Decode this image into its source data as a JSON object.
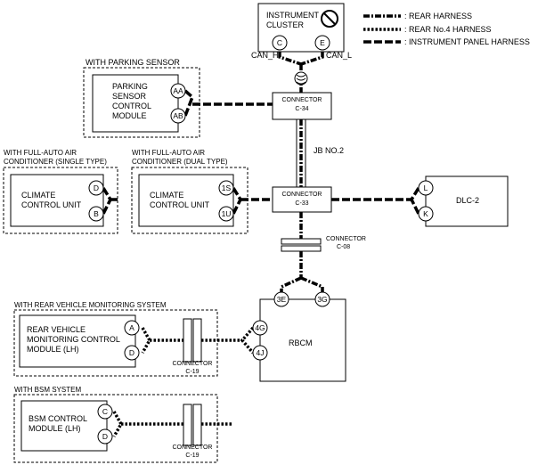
{
  "legend": {
    "rear": ": REAR HARNESS",
    "rear_no4": ": REAR No.4 HARNESS",
    "instrument_panel": ": INSTRUMENT PANEL HARNESS"
  },
  "instrument_cluster": {
    "line1": "INSTRUMENT",
    "line2": "CLUSTER",
    "pin_c": "C",
    "pin_e": "E",
    "can_h": "CAN_H",
    "can_l": "CAN_L",
    "prohibit_icon": "prohibition-icon"
  },
  "parking_sensor": {
    "group_label": "WITH PARKING SENSOR",
    "line1": "PARKING",
    "line2": "SENSOR",
    "line3": "CONTROL",
    "line4": "MODULE",
    "pin_aa": "AA",
    "pin_ab": "AB"
  },
  "connector_c34": {
    "line1": "CONNECTOR",
    "line2": "C-34"
  },
  "jb": {
    "label": "JB NO.2"
  },
  "climate_single": {
    "group_label1": "WITH FULL-AUTO AIR",
    "group_label2": "CONDITIONER (SINGLE TYPE)",
    "line1": "CLIMATE",
    "line2": "CONTROL UNIT",
    "pin_d": "D",
    "pin_b": "B"
  },
  "climate_dual": {
    "group_label1": "WITH FULL-AUTO AIR",
    "group_label2": "CONDITIONER (DUAL TYPE)",
    "line1": "CLIMATE",
    "line2": "CONTROL UNIT",
    "pin_1s": "1S",
    "pin_1u": "1U"
  },
  "connector_c33": {
    "line1": "CONNECTOR",
    "line2": "C-33"
  },
  "dlc": {
    "label": "DLC-2",
    "pin_l": "L",
    "pin_k": "K"
  },
  "connector_c08": {
    "line1": "CONNECTOR",
    "line2": "C-08"
  },
  "rbcm": {
    "label": "RBCM",
    "pin_3e": "3E",
    "pin_3g": "3G",
    "pin_4g": "4G",
    "pin_4j": "4J"
  },
  "rear_monitor": {
    "group_label": "WITH REAR VEHICLE MONITORING SYSTEM",
    "line1": "REAR VEHICLE",
    "line2": "MONITORING CONTROL",
    "line3": "MODULE (LH)",
    "pin_a": "A",
    "pin_d": "D"
  },
  "connector_c19a": {
    "line1": "CONNECTOR",
    "line2": "C-19"
  },
  "bsm": {
    "group_label": "WITH BSM SYSTEM",
    "line1": "BSM CONTROL",
    "line2": "MODULE (LH)",
    "pin_c": "C",
    "pin_d": "D"
  },
  "connector_c19b": {
    "line1": "CONNECTOR",
    "line2": "C-19"
  }
}
